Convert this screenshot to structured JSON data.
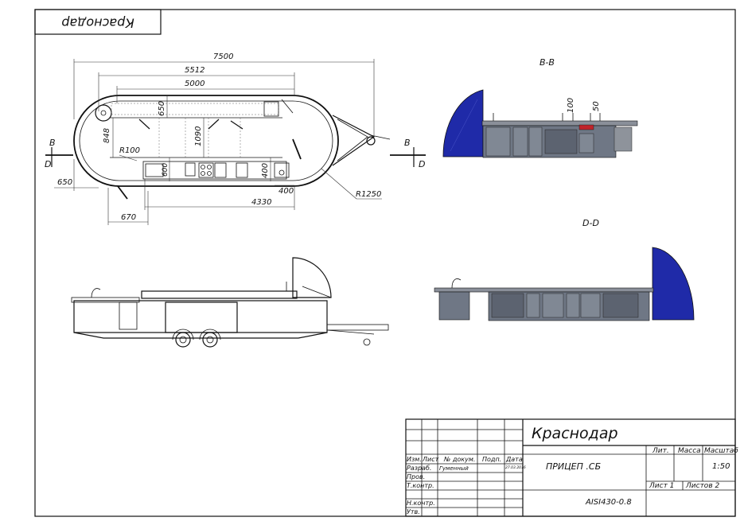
{
  "stamp_top_mirrored": "Краснодар",
  "plan_dims": {
    "d7500": "7500",
    "d5512": "5512",
    "d5000": "5000",
    "d650v": "650",
    "d848": "848",
    "d1090": "1090",
    "r100": "R100",
    "d600": "600",
    "d400v": "400",
    "d400h": "400",
    "d4330": "4330",
    "d650h": "650",
    "d670": "670",
    "r1250": "R1250",
    "sec_b_left": "B",
    "sec_d_left": "D",
    "sec_b_right": "B",
    "sec_d_right": "D"
  },
  "section_bb": {
    "title": "B-B",
    "d100": "100",
    "d50": "50",
    "fill_color": "#1f2aa8",
    "counter_color": "#6f7785"
  },
  "section_dd": {
    "title": "D-D"
  },
  "title_block": {
    "city": "Краснодар",
    "designation": "ПРИЦЕП .СБ",
    "material": "AISI430-0.8",
    "scale": "1:50",
    "col_lit": "Лит.",
    "col_mass": "Масса",
    "col_scale": "Масштаб",
    "sheet": "Лист 1",
    "sheets": "Листов 2",
    "row_izm": "Изм.",
    "row_list": "Лист",
    "row_doc": "№ докум.",
    "row_sign": "Подп.",
    "row_date": "Дата",
    "row_razrab": "Разраб.",
    "row_razrab_name": "Гуменный",
    "row_razrab_date": "27.03.2016",
    "row_prov": "Пров.",
    "row_tkontr": "Т.контр.",
    "row_nkontr": "Н.контр.",
    "row_utv": "Утв."
  }
}
